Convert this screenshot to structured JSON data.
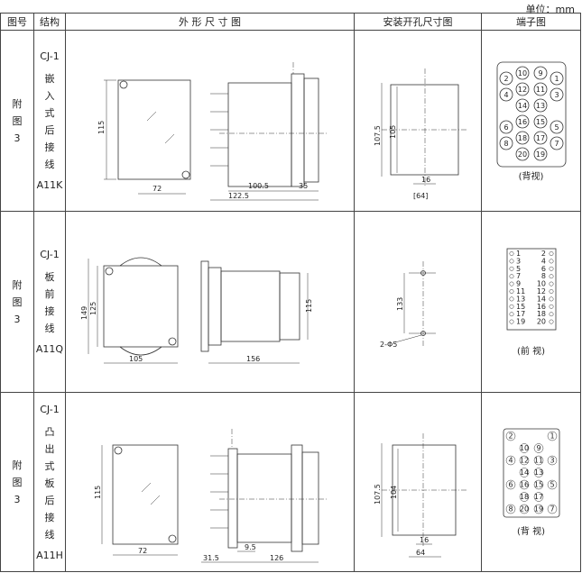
{
  "unit_label": "单位：mm",
  "headers": {
    "no": "图号",
    "struct": "结构",
    "outline": "外 形 尺 寸 图",
    "mount": "安装开孔尺寸图",
    "terminal": "端子图"
  },
  "rows": [
    {
      "fig": [
        "附",
        "图",
        "3"
      ],
      "model": "CJ-1",
      "struct": [
        "嵌",
        "入",
        "式",
        "后",
        "接",
        "线"
      ],
      "code": "A11K",
      "outline_dims": {
        "h": "115",
        "w": "72",
        "a": "100.5",
        "b": "35",
        "c": "122.5"
      },
      "mount_dims": {
        "h1": "107.5",
        "h2": "105",
        "w1": "16",
        "w2": "[64]"
      },
      "terminals": [
        [
          "2",
          "10",
          "9",
          "1"
        ],
        [
          "4",
          "12",
          "11",
          "3"
        ],
        [
          "",
          "14",
          "13",
          ""
        ],
        [
          "6",
          "16",
          "15",
          "5"
        ],
        [
          "8",
          "18",
          "17",
          "7"
        ],
        [
          "",
          "20",
          "19",
          ""
        ]
      ],
      "view": "(背视)"
    },
    {
      "fig": [
        "附",
        "图",
        "3"
      ],
      "model": "CJ-1",
      "struct": [
        "板",
        "前",
        "接",
        "线"
      ],
      "code": "A11Q",
      "outline_dims": {
        "h1": "149",
        "h2": "125",
        "w": "105",
        "d": "156",
        "s": "115"
      },
      "mount_dims": {
        "h": "133",
        "hole": "2-Φ5"
      },
      "terminals": [
        [
          "1",
          "2"
        ],
        [
          "3",
          "4"
        ],
        [
          "5",
          "6"
        ],
        [
          "7",
          "8"
        ],
        [
          "9",
          "10"
        ],
        [
          "11",
          "12"
        ],
        [
          "13",
          "14"
        ],
        [
          "15",
          "16"
        ],
        [
          "17",
          "18"
        ],
        [
          "19",
          "20"
        ]
      ],
      "view": "(前 视)"
    },
    {
      "fig": [
        "附",
        "图",
        "3"
      ],
      "model": "CJ-1",
      "struct": [
        "凸",
        "出",
        "式",
        "板",
        "后",
        "接",
        "线"
      ],
      "code": "A11H",
      "outline_dims": {
        "h": "115",
        "w": "72",
        "a": "9.5",
        "b": "31.5",
        "c": "126"
      },
      "mount_dims": {
        "h1": "107.5",
        "h2": "104",
        "w1": "16",
        "w2": "64"
      },
      "terminals": [
        [
          "2",
          "",
          "",
          "1"
        ],
        [
          "",
          "10",
          "9",
          ""
        ],
        [
          "4",
          "12",
          "11",
          "3"
        ],
        [
          "",
          "14",
          "13",
          ""
        ],
        [
          "6",
          "16",
          "15",
          "5"
        ],
        [
          "",
          "18",
          "17",
          ""
        ],
        [
          "8",
          "20",
          "19",
          "7"
        ]
      ],
      "view": "(背 视)"
    }
  ]
}
